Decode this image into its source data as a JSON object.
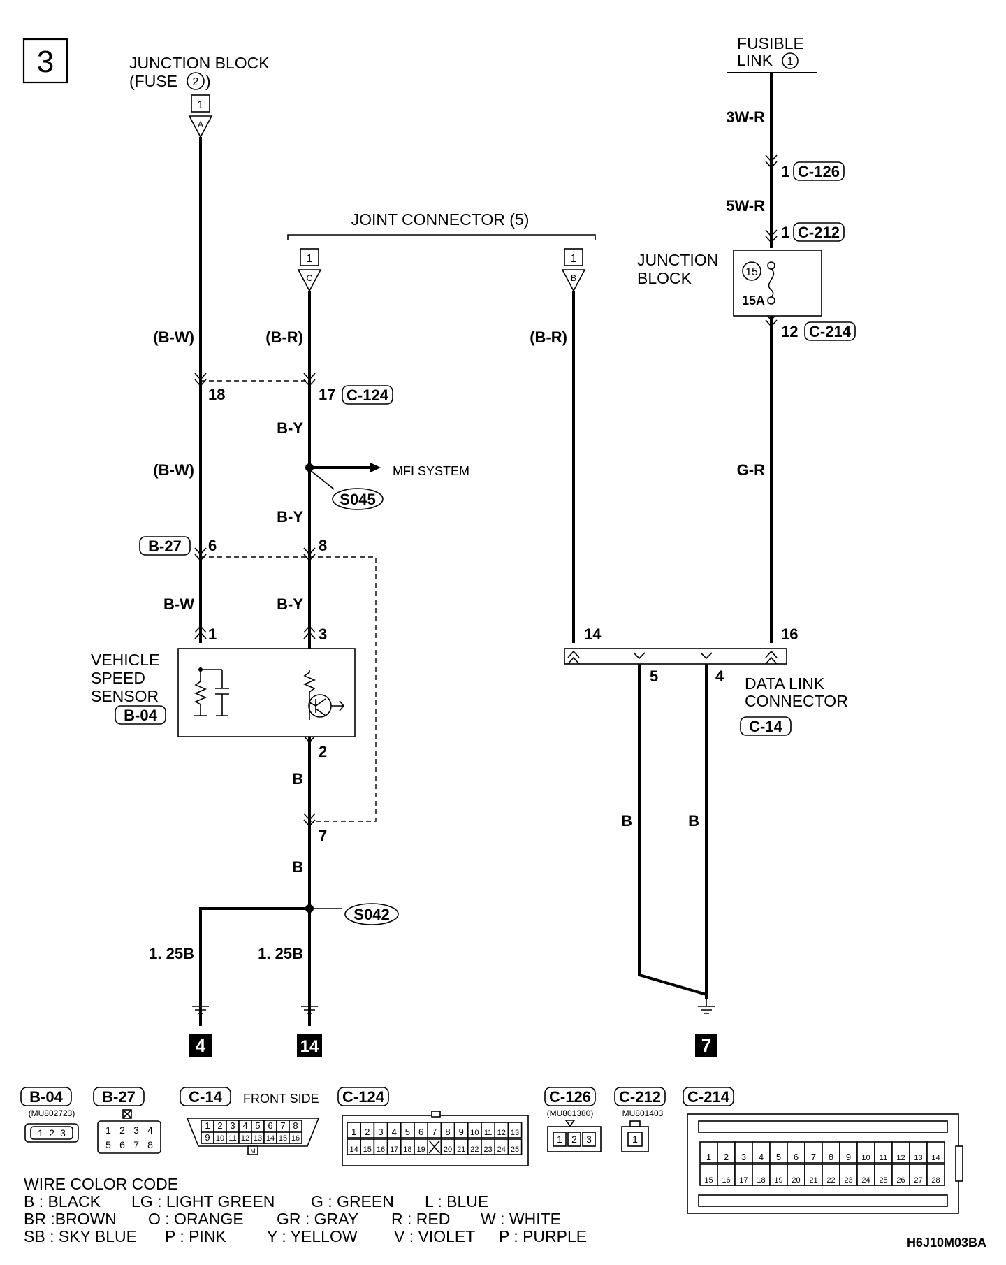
{
  "page_number": "3",
  "diagram_code": "H6J10M03BA",
  "junction_block_fuse": {
    "line1": "JUNCTION BLOCK",
    "line2_prefix": "(FUSE",
    "fuse_no": "2",
    "line2_suffix": ")",
    "terminal": "1",
    "pin": "A"
  },
  "joint_connector": {
    "label": "JOINT CONNECTOR (5)",
    "terminal_c": "1",
    "pin_c": "C",
    "terminal_b": "1",
    "pin_b": "B"
  },
  "fusible_link": {
    "line1": "FUSIBLE",
    "line2": "LINK",
    "no": "1"
  },
  "junction_block_right": {
    "line1": "JUNCTION",
    "line2": "BLOCK",
    "fuse_no": "15",
    "rating": "15A"
  },
  "wires": {
    "bw_paren_top": "(B-W)",
    "br_paren_c": "(B-R)",
    "br_paren_b": "(B-R)",
    "bw_paren_mid": "(B-W)",
    "by_1": "B-Y",
    "by_2": "B-Y",
    "by_3": "B-Y",
    "bw": "B-W",
    "b_1": "B",
    "b_2": "B",
    "g125_left": "1. 25B",
    "g125_right": "1. 25B",
    "w3r": "3W-R",
    "w5r": "5W-R",
    "gr": "G-R",
    "b_dlc_5": "B",
    "b_dlc_4": "B"
  },
  "pins": {
    "p18": "18",
    "p17": "17",
    "p6": "6",
    "p8": "8",
    "p1": "1",
    "p3": "3",
    "p2": "2",
    "p7": "7",
    "p14": "14",
    "p16": "16",
    "p5": "5",
    "p4": "4",
    "c126_pin": "1",
    "c212_pin": "1",
    "c214_pin": "12"
  },
  "connectors": {
    "c124": "C-124",
    "b27": "B-27",
    "b04": "B-04",
    "c126": "C-126",
    "c212": "C-212",
    "c214": "C-214",
    "c14": "C-14"
  },
  "splices": {
    "s045": "S045",
    "s042": "S042"
  },
  "mfi_system": "MFI SYSTEM",
  "vehicle_speed_sensor": {
    "line1": "VEHICLE",
    "line2": "SPEED",
    "line3": "SENSOR"
  },
  "data_link_connector": {
    "line1": "DATA LINK",
    "line2": "CONNECTOR"
  },
  "grounds": {
    "g4": "4",
    "g14": "14",
    "g7": "7"
  },
  "bottom_connectors": {
    "b04": {
      "label": "B-04",
      "part": "(MU802723)",
      "pins": [
        "1",
        "2",
        "3"
      ]
    },
    "b27": {
      "label": "B-27",
      "pins_top": [
        "1",
        "2",
        "3",
        "4"
      ],
      "pins_bottom": [
        "5",
        "6",
        "7",
        "8"
      ]
    },
    "c14": {
      "label": "C-14",
      "side": "FRONT SIDE",
      "pins_top": [
        "1",
        "2",
        "3",
        "4",
        "5",
        "6",
        "7",
        "8"
      ],
      "pins_bottom": [
        "9",
        "10",
        "11",
        "12",
        "13",
        "14",
        "15",
        "16"
      ],
      "tab": "M"
    },
    "c124": {
      "label": "C-124",
      "pins_top": [
        "1",
        "2",
        "3",
        "4",
        "5",
        "6",
        "7",
        "8",
        "9",
        "10",
        "11",
        "12",
        "13"
      ],
      "pins_bottom": [
        "14",
        "15",
        "16",
        "17",
        "18",
        "19",
        "",
        "20",
        "21",
        "22",
        "23",
        "24",
        "25"
      ]
    },
    "c126": {
      "label": "C-126",
      "part": "(MU801380)",
      "pins": [
        "1",
        "2",
        "3"
      ]
    },
    "c212": {
      "label": "C-212",
      "part": "MU801403",
      "pins": [
        "1"
      ]
    },
    "c214": {
      "label": "C-214",
      "pins_top": [
        "1",
        "2",
        "3",
        "4",
        "5",
        "6",
        "7",
        "8",
        "9",
        "10",
        "11",
        "12",
        "13",
        "14"
      ],
      "pins_bottom": [
        "15",
        "16",
        "17",
        "18",
        "19",
        "20",
        "21",
        "22",
        "23",
        "24",
        "25",
        "26",
        "27",
        "28"
      ]
    }
  },
  "wire_color_code": {
    "title": "WIRE COLOR CODE",
    "rows": [
      [
        "B : BLACK",
        "LG : LIGHT GREEN",
        "G : GREEN",
        "L : BLUE"
      ],
      [
        "BR :BROWN",
        "O : ORANGE",
        "GR : GRAY",
        "R : RED",
        "W : WHITE"
      ],
      [
        "SB : SKY BLUE",
        "P : PINK",
        "Y : YELLOW",
        "V : VIOLET",
        "P : PURPLE"
      ]
    ]
  }
}
